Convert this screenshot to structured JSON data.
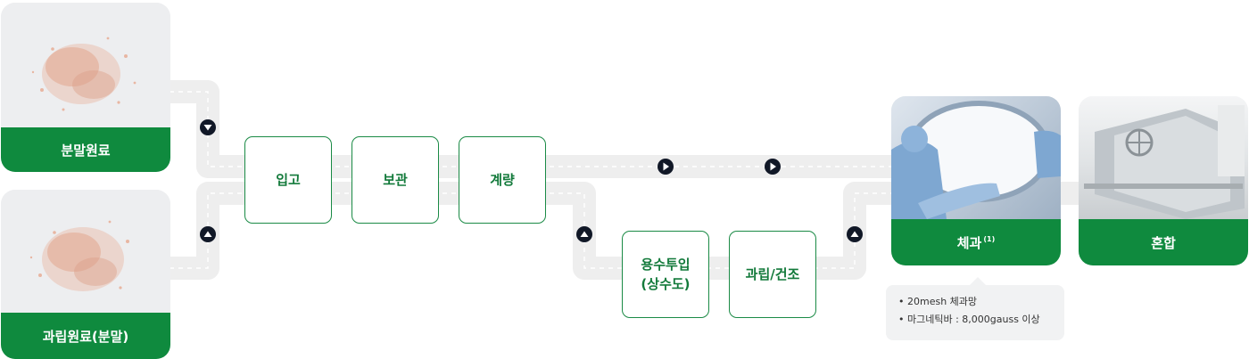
{
  "sources": [
    {
      "label": "분말원료"
    },
    {
      "label": "과립원료(분말)"
    }
  ],
  "steps": [
    {
      "label": "입고"
    },
    {
      "label": "보관"
    },
    {
      "label": "계량"
    },
    {
      "label": "용수투입\n(상수도)"
    },
    {
      "label": "과립/건조"
    }
  ],
  "outputs": [
    {
      "label": "체과",
      "superscript": "(1)"
    },
    {
      "label": "혼합"
    }
  ],
  "note": {
    "lines": [
      "• 20mesh 체과망",
      "• 마그네틱바 : 8,000gauss 이상"
    ]
  },
  "colors": {
    "accent": "#0f8a3e",
    "path": "#eeeeee",
    "marker": "#111827"
  }
}
